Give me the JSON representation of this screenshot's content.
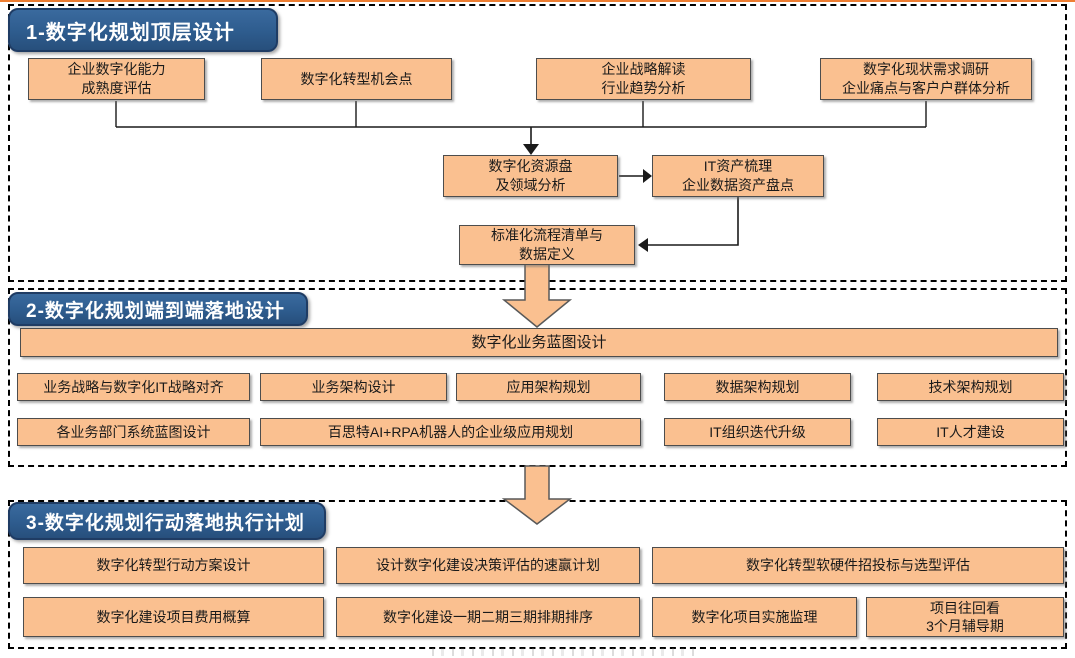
{
  "colors": {
    "box_fill": "#FAC090",
    "banner_fill": "#2E5C8E",
    "banner_border": "#1F3C64",
    "top_strip": "#ED7D31",
    "connector": "#1a1a1a",
    "dashed_border": "#000000"
  },
  "section1": {
    "header": "1-数字化规划顶层设计",
    "row1": [
      "企业数字化能力\n成熟度评估",
      "数字化转型机会点",
      "企业战略解读\n行业趋势分析",
      "数字化现状需求调研\n企业痛点与客户户群体分析"
    ],
    "mid": [
      "数字化资源盘\n及领域分析",
      "IT资产梳理\n企业数据资产盘点",
      "标准化流程清单与\n数据定义"
    ]
  },
  "section2": {
    "header": "2-数字化规划端到端落地设计",
    "blueprint_bar": "数字化业务蓝图设计",
    "row1": [
      "业务战略与数字化IT战略对齐",
      "业务架构设计",
      "应用架构规划",
      "数据架构规划",
      "技术架构规划"
    ],
    "row2": [
      "各业务部门系统蓝图设计",
      "百思特AI+RPA机器人的企业级应用规划",
      "IT组织迭代升级",
      "IT人才建设"
    ]
  },
  "section3": {
    "header": "3-数字化规划行动落地执行计划",
    "row1": [
      "数字化转型行动方案设计",
      "设计数字化建设决策评估的速赢计划",
      "数字化转型软硬件招投标与选型评估"
    ],
    "row2": [
      "数字化建设项目费用概算",
      "数字化建设一期二期三期排期排序",
      "数字化项目实施监理",
      "项目往回看\n3个月辅导期"
    ]
  }
}
